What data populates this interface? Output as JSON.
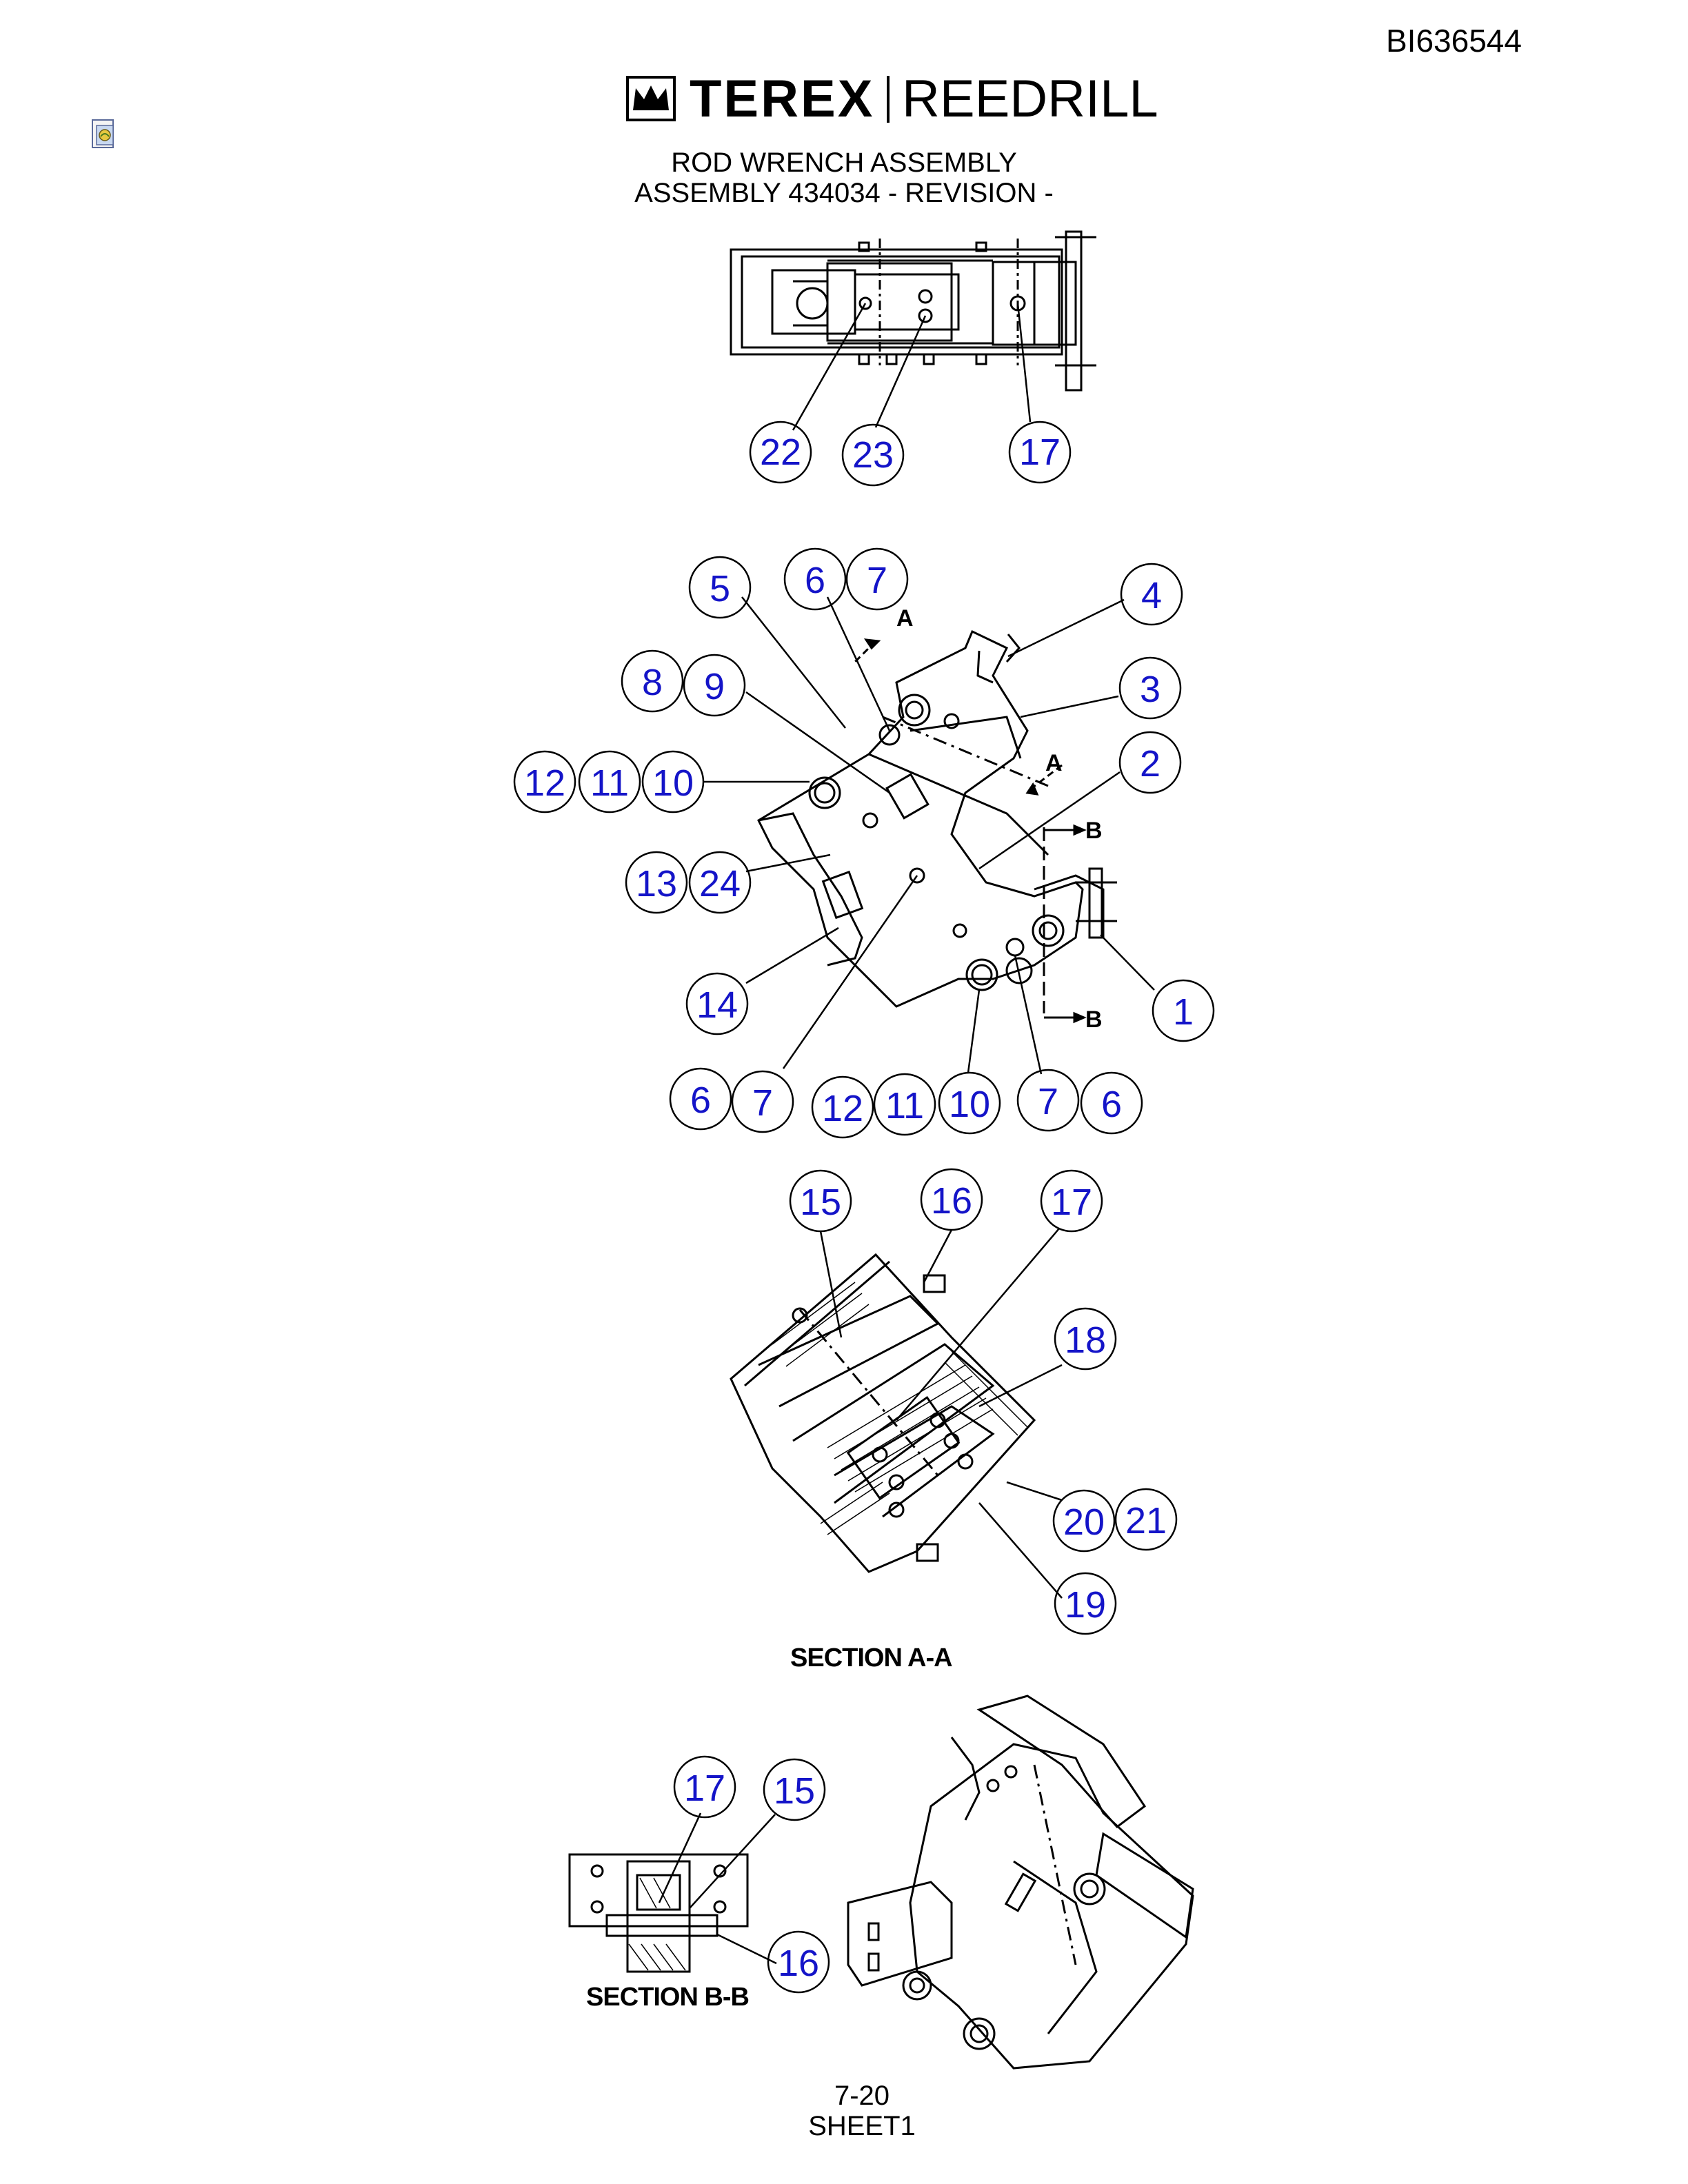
{
  "header": {
    "doc_id": "BI636544",
    "logo_brand": "TEREX",
    "logo_sub": "REEDRILL",
    "title_line1": "ROD WRENCH ASSEMBLY",
    "title_line2": "ASSEMBLY 434034 - REVISION -"
  },
  "views": {
    "section_a_label": "SECTION A-A",
    "section_b_label": "SECTION B-B",
    "section_markers": [
      "A",
      "A",
      "B",
      "B"
    ]
  },
  "balloons": [
    {
      "id": "b-22",
      "label": "22"
    },
    {
      "id": "b-23",
      "label": "23"
    },
    {
      "id": "b-17a",
      "label": "17"
    },
    {
      "id": "b-5",
      "label": "5"
    },
    {
      "id": "b-6a",
      "label": "6"
    },
    {
      "id": "b-7a",
      "label": "7"
    },
    {
      "id": "b-4",
      "label": "4"
    },
    {
      "id": "b-8",
      "label": "8"
    },
    {
      "id": "b-9",
      "label": "9"
    },
    {
      "id": "b-3",
      "label": "3"
    },
    {
      "id": "b-12a",
      "label": "12"
    },
    {
      "id": "b-11a",
      "label": "11"
    },
    {
      "id": "b-10a",
      "label": "10"
    },
    {
      "id": "b-2",
      "label": "2"
    },
    {
      "id": "b-13",
      "label": "13"
    },
    {
      "id": "b-24",
      "label": "24"
    },
    {
      "id": "b-14",
      "label": "14"
    },
    {
      "id": "b-1",
      "label": "1"
    },
    {
      "id": "b-6b",
      "label": "6"
    },
    {
      "id": "b-7b",
      "label": "7"
    },
    {
      "id": "b-12b",
      "label": "12"
    },
    {
      "id": "b-11b",
      "label": "11"
    },
    {
      "id": "b-10b",
      "label": "10"
    },
    {
      "id": "b-7c",
      "label": "7"
    },
    {
      "id": "b-6c",
      "label": "6"
    },
    {
      "id": "b-15a",
      "label": "15"
    },
    {
      "id": "b-16a",
      "label": "16"
    },
    {
      "id": "b-17b",
      "label": "17"
    },
    {
      "id": "b-18",
      "label": "18"
    },
    {
      "id": "b-20",
      "label": "20"
    },
    {
      "id": "b-21",
      "label": "21"
    },
    {
      "id": "b-19",
      "label": "19"
    },
    {
      "id": "b-17c",
      "label": "17"
    },
    {
      "id": "b-15b",
      "label": "15"
    },
    {
      "id": "b-16b",
      "label": "16"
    }
  ],
  "footer": {
    "page": "7-20",
    "sheet": "SHEET1"
  },
  "colors": {
    "balloon_text": "#1414c8",
    "line": "#000000",
    "background": "#ffffff"
  }
}
